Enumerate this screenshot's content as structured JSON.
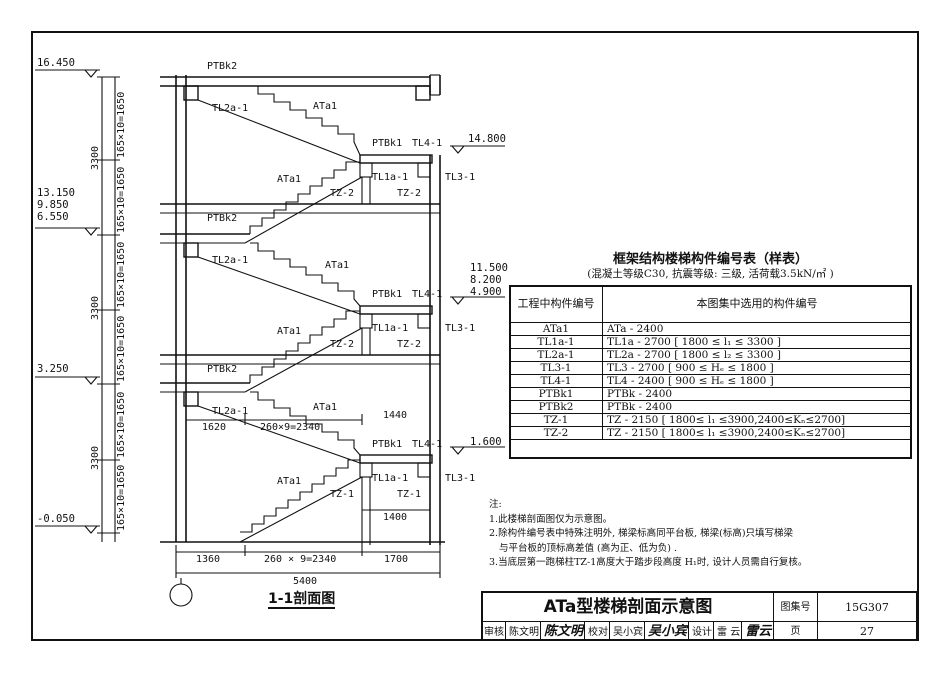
{
  "drawing": {
    "elevations": [
      "16.450",
      "13.150",
      "9.850",
      "6.550",
      "3.250",
      "-0.050"
    ],
    "right_elevations": [
      "14.800",
      "11.500",
      "8.200",
      "4.900",
      "1.600"
    ],
    "storey_height": "3300",
    "flight_dim": "165×10=1650",
    "labels": {
      "ptbk1": "PTBk1",
      "ptbk2": "PTBk2",
      "tl1a": "TL1a-1",
      "tl2a": "TL2a-1",
      "tl3": "TL3-1",
      "tl4": "TL4-1",
      "ata": "ATa1",
      "tz1": "TZ-1",
      "tz2": "TZ-2"
    },
    "dims": {
      "d1620": "1620",
      "d1440": "1440",
      "d1400": "1400",
      "d1360": "1360",
      "d1700": "1700",
      "steps_plus": "260×9=2340",
      "steps_eq": "260 × 9=2340",
      "total": "5400"
    },
    "section_title": "1-1剖面图"
  },
  "table": {
    "title": "框架结构楼梯构件编号表（样表）",
    "subtitle": "(混凝土等级C30, 抗震等级: 三级, 活荷载3.5kN/㎡ )",
    "headers": [
      "工程中构件编号",
      "本图集中选用的构件编号"
    ],
    "rows": [
      [
        "ATa1",
        "ATa  - 2400"
      ],
      [
        "TL1a-1",
        "TL1a - 2700 [ 1800 ≤ l₁ ≤ 3300 ]"
      ],
      [
        "TL2a-1",
        "TL2a - 2700 [ 1800 ≤ l₂ ≤ 3300 ]"
      ],
      [
        "TL3-1",
        "TL3  - 2700 [ 900  ≤ Hₑ ≤ 1800 ]"
      ],
      [
        "TL4-1",
        "TL4  - 2400 [ 900  ≤ Hₑ ≤ 1800 ]"
      ],
      [
        "PTBk1",
        "PTBk - 2400"
      ],
      [
        "PTBk2",
        "PTBk - 2400"
      ],
      [
        "TZ-1",
        "TZ   - 2150 [ 1800≤ l₁ ≤3900,2400≤Kₙ≤2700]"
      ],
      [
        "TZ-2",
        "TZ   - 2150 [ 1800≤ l₁ ≤3900,2400≤Kₙ≤2700]"
      ]
    ]
  },
  "notes": [
    "注:",
    "1.此楼梯剖面图仅为示意图。",
    "2.除构件编号表中特殊注明外, 梯梁标高同平台板, 梯梁(标高)只填写梯梁",
    "  与平台板的顶标高差值 (高为正、低为负) .",
    "3.当底层第一跑梯柱TZ-1高度大于踏步段高度 H₁时, 设计人员需自行复核。"
  ],
  "title_block": {
    "title": "ATa型楼梯剖面示意图",
    "atlas_label": "图集号",
    "atlas_no": "15G307",
    "page_label": "页",
    "page_no": "27",
    "review_label": "审核",
    "review_name": "陈文明",
    "review_sig": "陈文明",
    "check_label": "校对",
    "check_name": "吴小宾",
    "check_sig": "吴小宾",
    "design_label": "设计",
    "design_name": "雷  云",
    "design_sig": "雷云"
  }
}
